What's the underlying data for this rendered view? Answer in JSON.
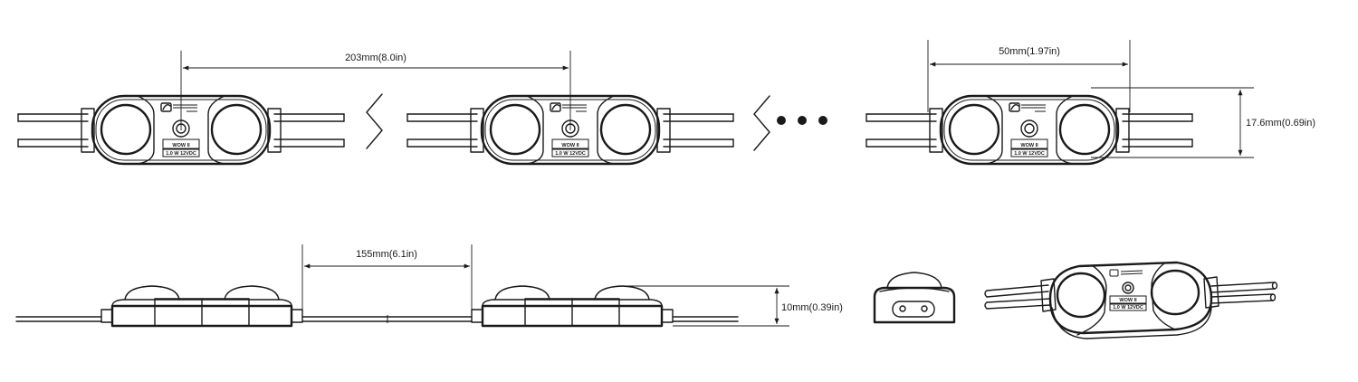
{
  "dimensions": {
    "pitch_top": "203mm(8.0in)",
    "module_width": "50mm(1.97in)",
    "module_height": "17.6mm(0.69in)",
    "pitch_side": "155mm(6.1in)",
    "side_height": "10mm(0.39in)"
  },
  "module_label": {
    "model": "WOW II",
    "rating": "1.0 W 12VDC"
  },
  "icons": {
    "continuation": "ellipsis-dots-icon",
    "break": "zigzag-break-icon"
  }
}
